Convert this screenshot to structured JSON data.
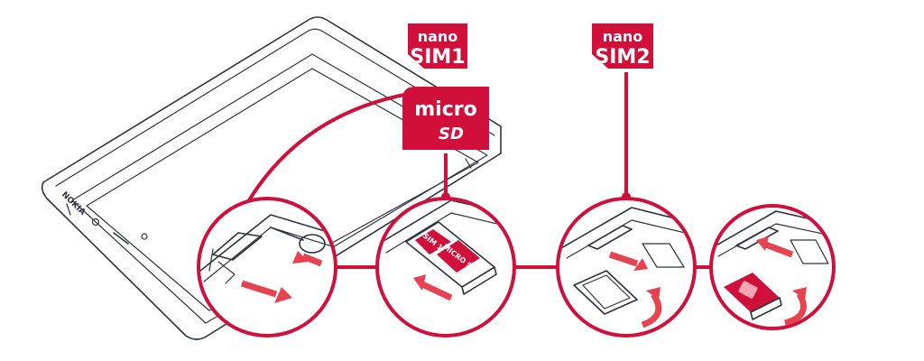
{
  "diagram": {
    "accent_color": "#d0103a",
    "arrow_color": "#e8414f",
    "line_color": "#2b3440",
    "phone_brand": "NOKIA",
    "badges": [
      {
        "line1": "nano",
        "line2": "SIM1"
      },
      {
        "line1": "nano",
        "line2": "SIM2"
      }
    ],
    "microsd_logo": {
      "line1": "micro",
      "line2": "SD"
    },
    "tray_labels": {
      "sim": "SIM 1",
      "sd": "MICRO SD"
    },
    "steps": [
      {
        "name": "open-tray",
        "icon": "eject-pin-icon"
      },
      {
        "name": "insert-sim1-microsd",
        "icon": "push-arrow-icon"
      },
      {
        "name": "flip-tray-sim2",
        "icon": "flip-arrow-icon"
      },
      {
        "name": "insert-sim2",
        "icon": "sim-card-icon"
      }
    ]
  }
}
